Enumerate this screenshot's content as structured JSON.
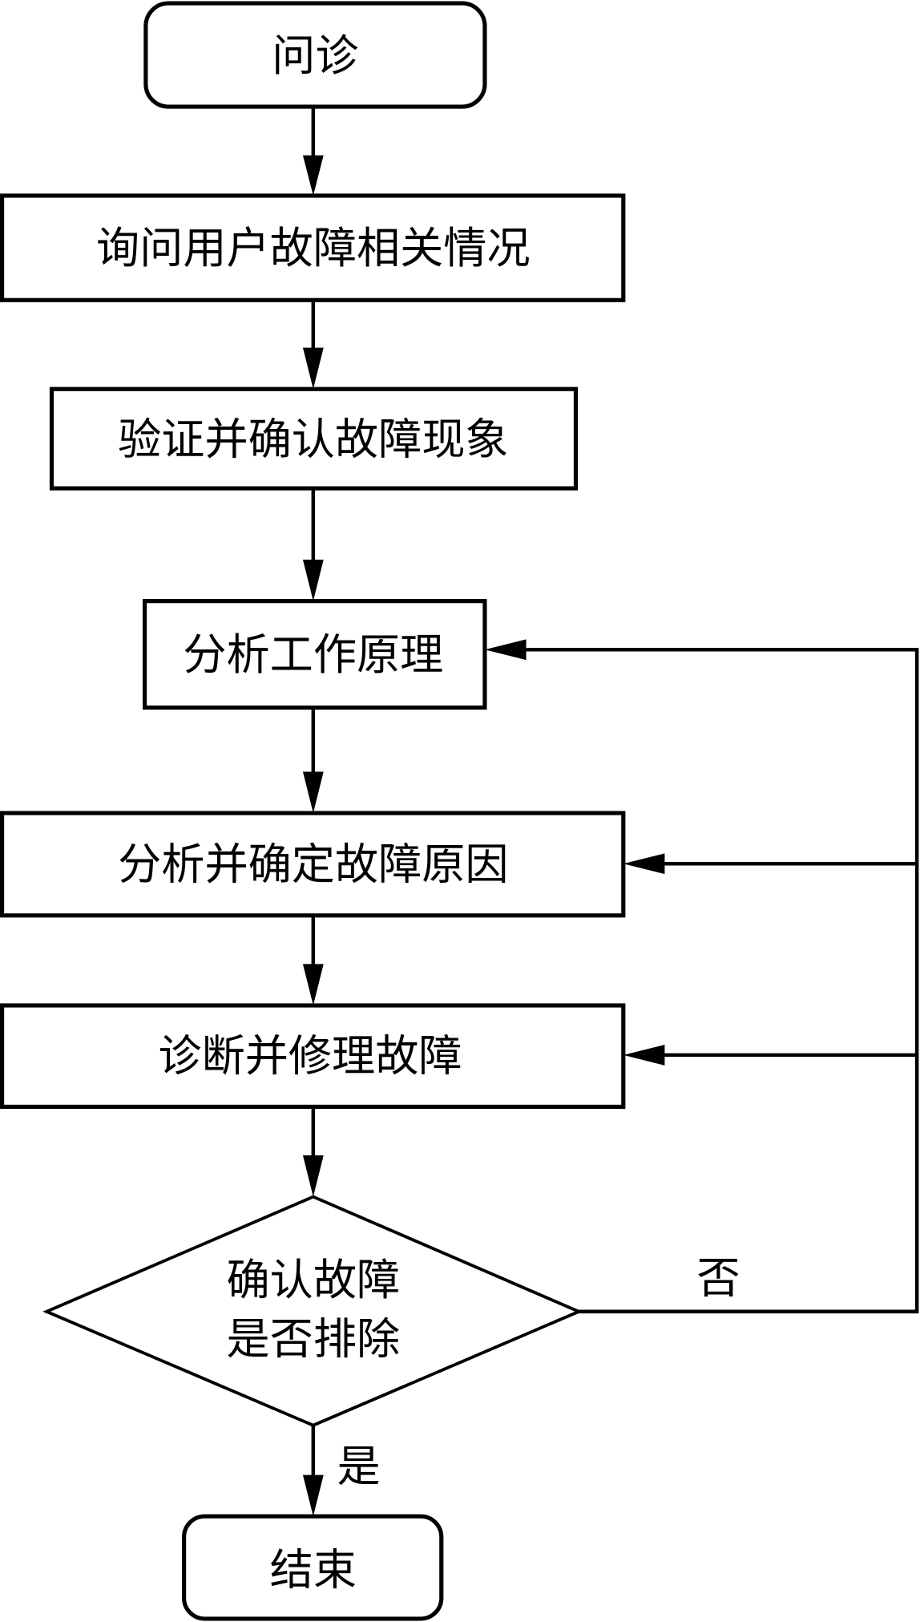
{
  "diagram": {
    "type": "flowchart",
    "nodes": [
      {
        "id": "start",
        "shape": "terminal",
        "label": "问诊"
      },
      {
        "id": "n1",
        "shape": "process",
        "label": "询问用户故障相关情况"
      },
      {
        "id": "n2",
        "shape": "process",
        "label": "验证并确认故障现象"
      },
      {
        "id": "n3",
        "shape": "process",
        "label": "分析工作原理"
      },
      {
        "id": "n4",
        "shape": "process",
        "label": "分析并确定故障原因"
      },
      {
        "id": "n5",
        "shape": "process",
        "label": "诊断并修理故障"
      },
      {
        "id": "decision",
        "shape": "decision",
        "label_lines": [
          "确认故障",
          "是否排除"
        ]
      },
      {
        "id": "end",
        "shape": "terminal",
        "label": "结束"
      }
    ],
    "edges": [
      {
        "from": "start",
        "to": "n1"
      },
      {
        "from": "n1",
        "to": "n2"
      },
      {
        "from": "n2",
        "to": "n3"
      },
      {
        "from": "n3",
        "to": "n4"
      },
      {
        "from": "n4",
        "to": "n5"
      },
      {
        "from": "n5",
        "to": "decision"
      },
      {
        "from": "decision",
        "to": "end",
        "label": "是"
      },
      {
        "from": "decision",
        "to": "n3",
        "label": "否"
      },
      {
        "from": "decision",
        "to": "n4",
        "label": "否"
      },
      {
        "from": "decision",
        "to": "n5",
        "label": "否"
      }
    ],
    "labels": {
      "yes": "是",
      "no": "否"
    }
  }
}
